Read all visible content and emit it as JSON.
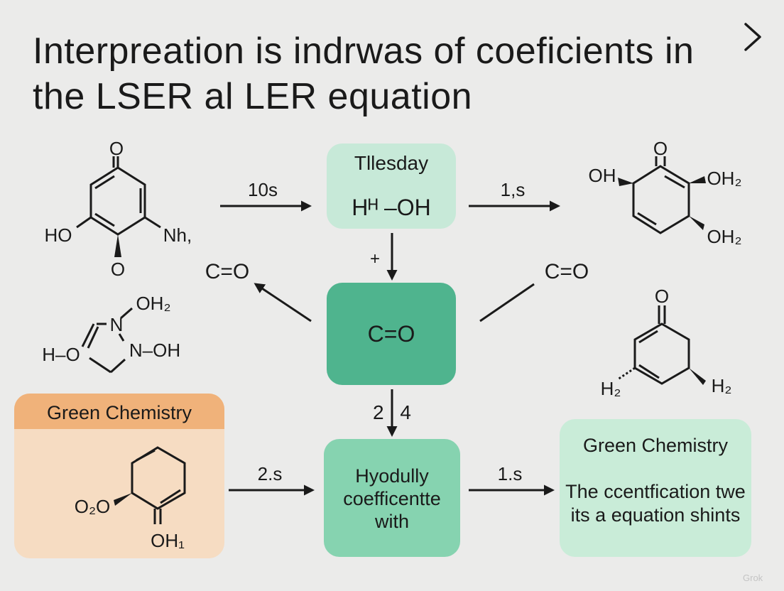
{
  "title": "Interpreation is indrwas of coeficients in the LSER al LER equation",
  "box_top": {
    "title": "Tllesday",
    "formula": "Hᴴ –OH"
  },
  "box_center": {
    "formula": "C=O"
  },
  "box_bottom": {
    "text": "Hyodully coefficentte with"
  },
  "box_right": {
    "title": "Green Chemistry",
    "text": "The ccentfication twe its a equation shints"
  },
  "box_left": {
    "title": "Green Chemistry"
  },
  "arrows": {
    "top_left_label": "10s",
    "top_right_label": "1,s",
    "down_top_label": "+",
    "down_bottom_label": "2 | 4",
    "bottom_left_label": "2.s",
    "bottom_right_label": "1.s"
  },
  "products": {
    "left_carbonyl": "C=O",
    "right_carbonyl": "C=O"
  },
  "molecules": {
    "top_left": {
      "o_top": "O",
      "o_bottom": "O",
      "ho": "HO",
      "nh": "Nh,"
    },
    "top_right": {
      "oh": "OH",
      "o": "O",
      "oh2_a": "OH₂",
      "oh2_b": "OH₂"
    },
    "mid_left": {
      "oh2": "OH₂",
      "n1": "N",
      "n2": "N–OH",
      "h_o": "H–O"
    },
    "mid_right": {
      "o": "O",
      "h2_left": "H₂",
      "h2_right": "H₂"
    },
    "bottom_left": {
      "o2o": "O₂O",
      "oh1": "OH₁"
    }
  },
  "watermark": "Grok"
}
